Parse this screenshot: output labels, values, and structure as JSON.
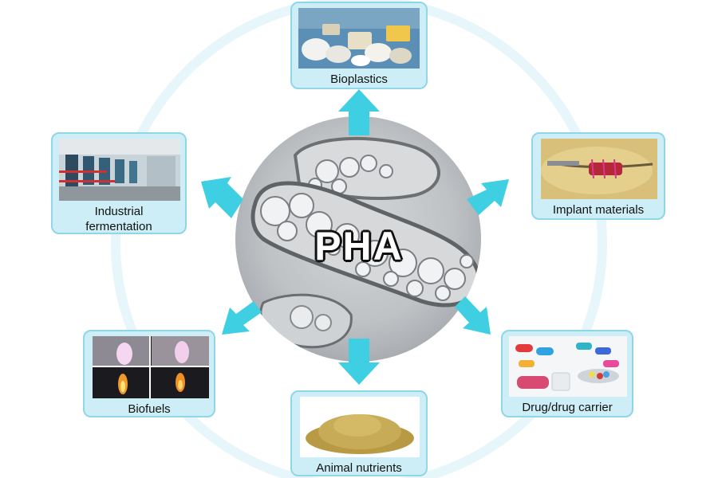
{
  "center": {
    "label": "PHA"
  },
  "nodes": {
    "bioplastics": {
      "label": "Bioplastics"
    },
    "implant": {
      "label": "Implant materials"
    },
    "drug": {
      "label": "Drug/drug carrier"
    },
    "animal": {
      "label": "Animal nutrients"
    },
    "biofuels": {
      "label": "Biofuels"
    },
    "industrial": {
      "label_line1": "Industrial",
      "label_line2": "fermentation"
    }
  },
  "colors": {
    "arrow": "#3fcfe3",
    "card_fill": "#cdeef6",
    "card_border": "#8fd6e8",
    "ring": "#e6f6fb"
  }
}
